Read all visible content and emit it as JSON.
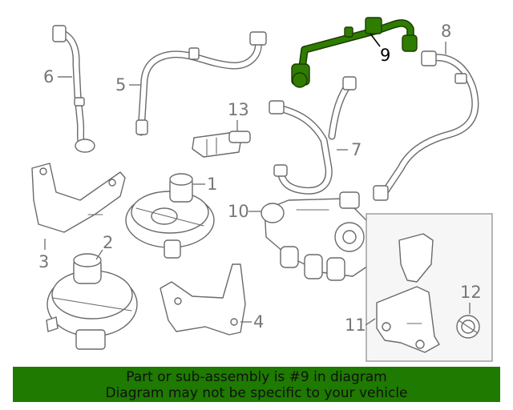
{
  "callouts": {
    "c1": "1",
    "c2": "2",
    "c3": "3",
    "c4": "4",
    "c5": "5",
    "c6": "6",
    "c7": "7",
    "c8": "8",
    "c9": "9",
    "c10": "10",
    "c11": "11",
    "c12": "12",
    "c13": "13"
  },
  "highlighted_part": "9",
  "colors": {
    "highlight": "#2f7d00",
    "banner": "#1e7a00",
    "line": "#6a6a6a"
  },
  "banner": {
    "line1": "Part or sub-assembly is #9 in diagram",
    "line2": "Diagram may not be specific to your vehicle"
  }
}
